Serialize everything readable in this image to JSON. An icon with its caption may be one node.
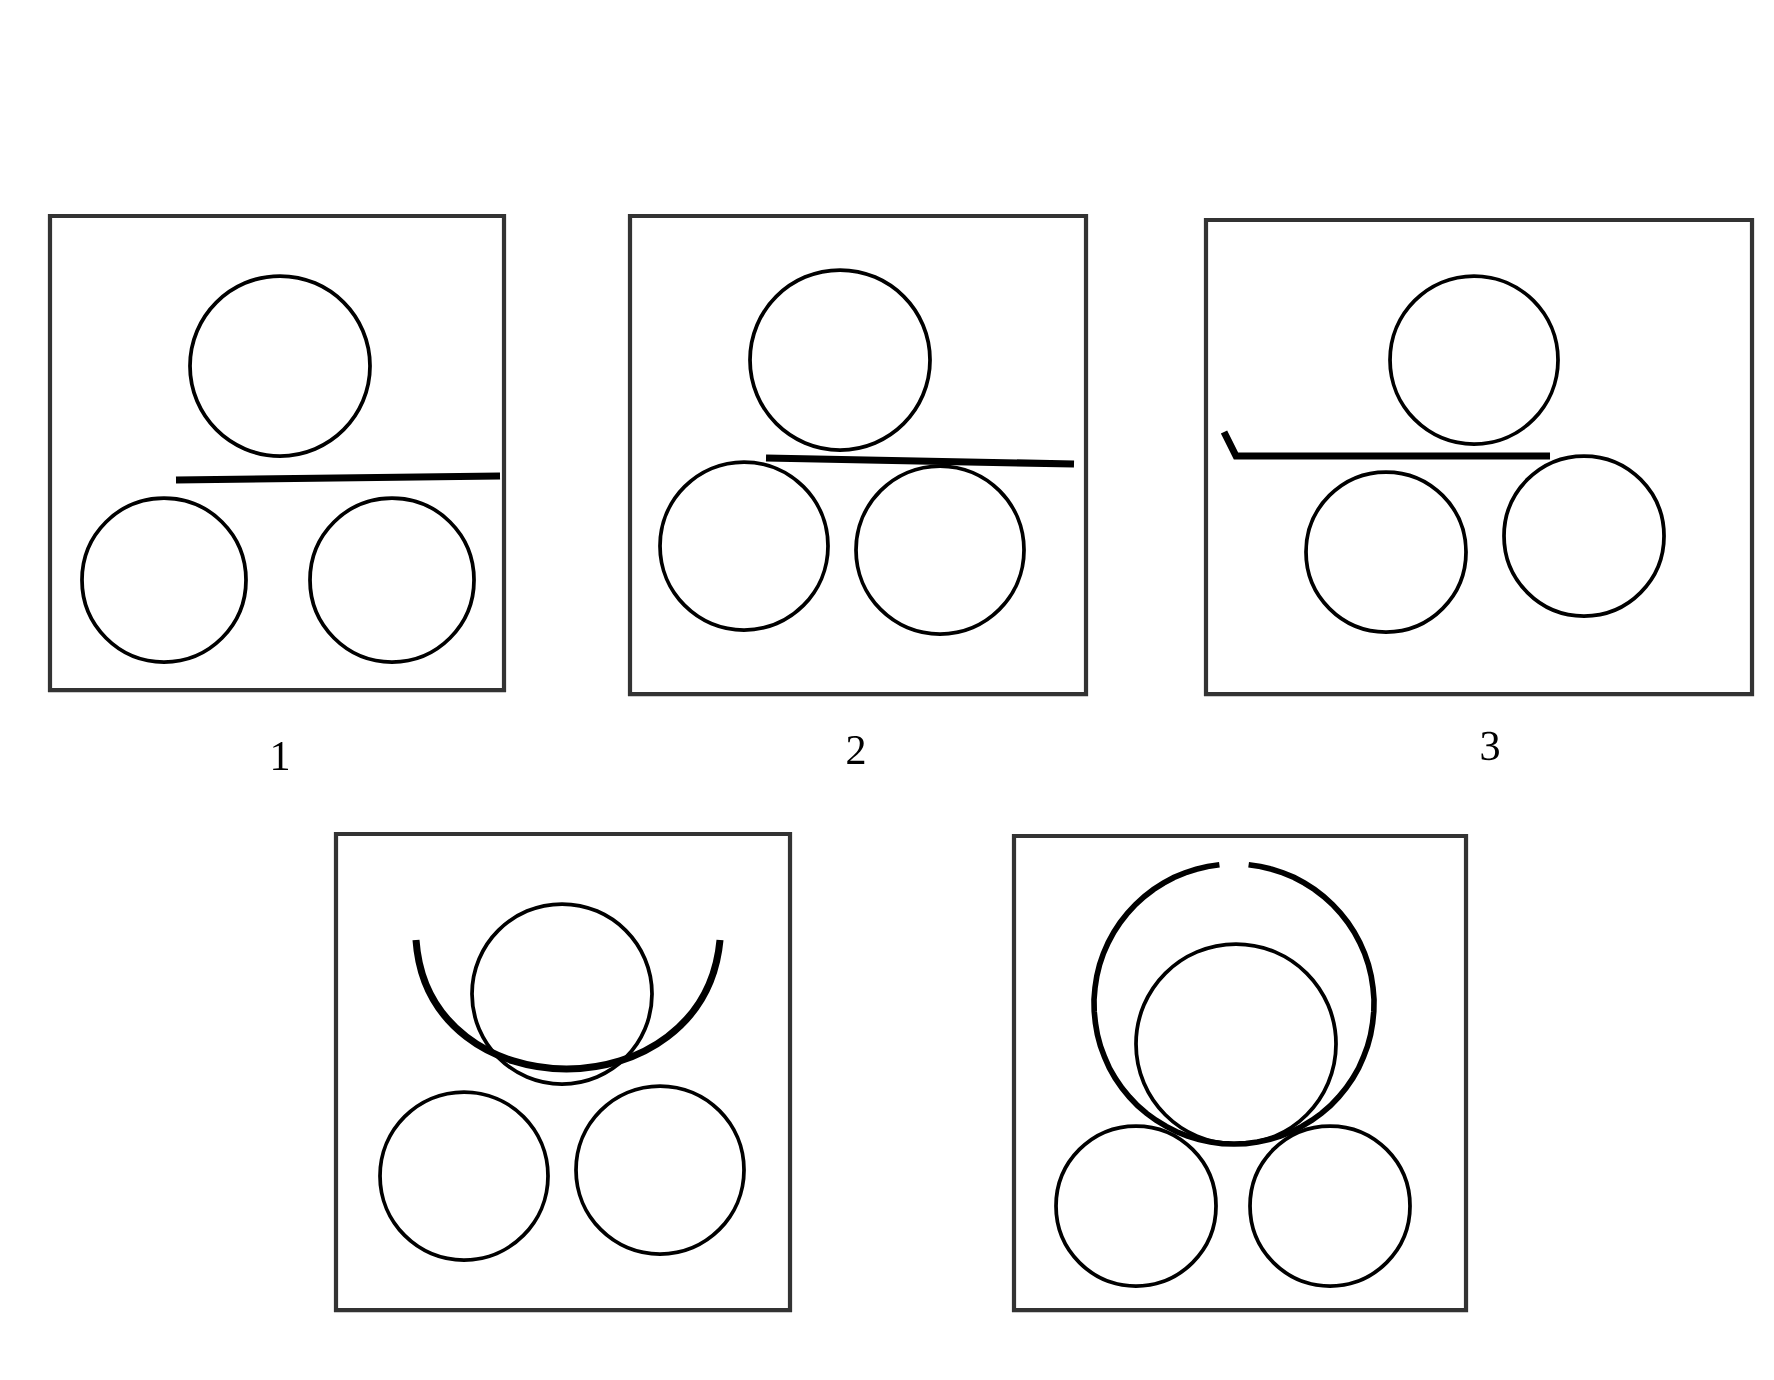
{
  "diagram": {
    "nodes": [
      {
        "text": [
          "1"
        ]
      },
      {
        "text": [
          "2"
        ]
      },
      {
        "text": [
          "3"
        ]
      },
      {
        "text": [],
        "shape": "box"
      },
      {
        "text": [],
        "shape": "box"
      }
    ]
  }
}
